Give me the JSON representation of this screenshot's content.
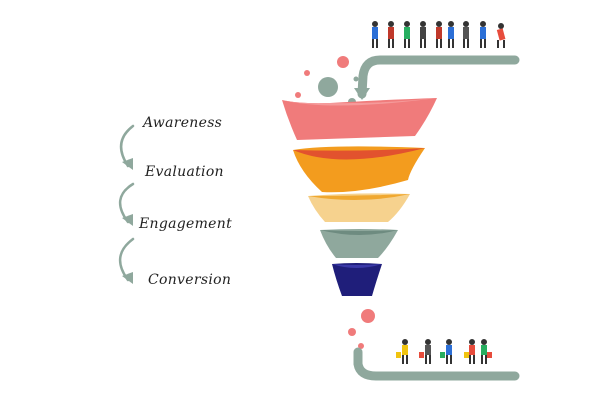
{
  "stages": [
    {
      "label": "Awareness",
      "icon": "funnel-layer-awareness",
      "color": "#f07b7b"
    },
    {
      "label": "Evaluation",
      "icon": "funnel-layer-evaluation",
      "color": "#f39c1e"
    },
    {
      "label": "Engagement",
      "icon": "funnel-layer-engagement",
      "color": "#f6d28e"
    },
    {
      "label": "Conversion",
      "icon": "funnel-layer-conversion",
      "color": "#8fa89d"
    }
  ],
  "funnel_tip_color": "#1f1e7a",
  "pipe_color": "#8fa89d",
  "arrow_color": "#8fa89d",
  "icons": {
    "top_people": "people-walking-group",
    "bottom_people": "shoppers-with-bags-group",
    "stage_arrows": "curved-arrow-icon"
  }
}
